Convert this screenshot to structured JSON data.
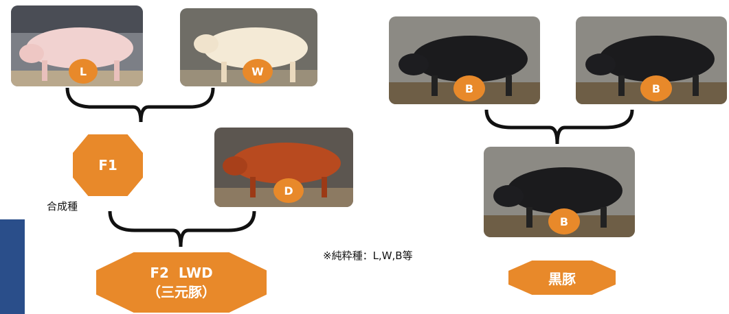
{
  "breeds": {
    "L": "L",
    "W": "W",
    "B1": "B",
    "B2": "B",
    "B3": "B",
    "D": "D"
  },
  "labels": {
    "f1": "F1",
    "synthetic": "合成種",
    "f2_line1": "F2  LWD",
    "f2_line2": "（三元豚）",
    "purebred_note": "※純粋種：L,W,B等",
    "kurobuta": "黒豚"
  },
  "colors": {
    "accent": "#e8892a",
    "bracket": "#111111"
  }
}
